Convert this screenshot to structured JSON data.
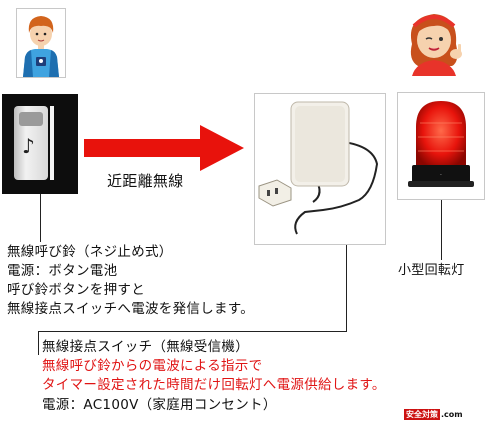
{
  "arrow_label": "近距離無線",
  "transmitter": {
    "label_lines": [
      "無線呼び鈴（ネジ止め式）",
      "電源：ボタン電池",
      "呼び鈴ボタンを押すと",
      "無線接点スイッチへ電波を発信します。"
    ]
  },
  "receiver": {
    "title": "無線接点スイッチ（無線受信機）",
    "desc_red": [
      "無線呼び鈴からの電波による指示で",
      "タイマー設定された時間だけ回転灯へ電源供給します。"
    ],
    "power": "電源：AC100V（家庭用コンセント）"
  },
  "lamp": {
    "label": "小型回転灯"
  },
  "logo": {
    "text": "安全対策",
    "suffix": ".com"
  },
  "colors": {
    "arrow": "#e8120c",
    "accent_red": "#e01414",
    "logo_bg": "#cc1111"
  }
}
